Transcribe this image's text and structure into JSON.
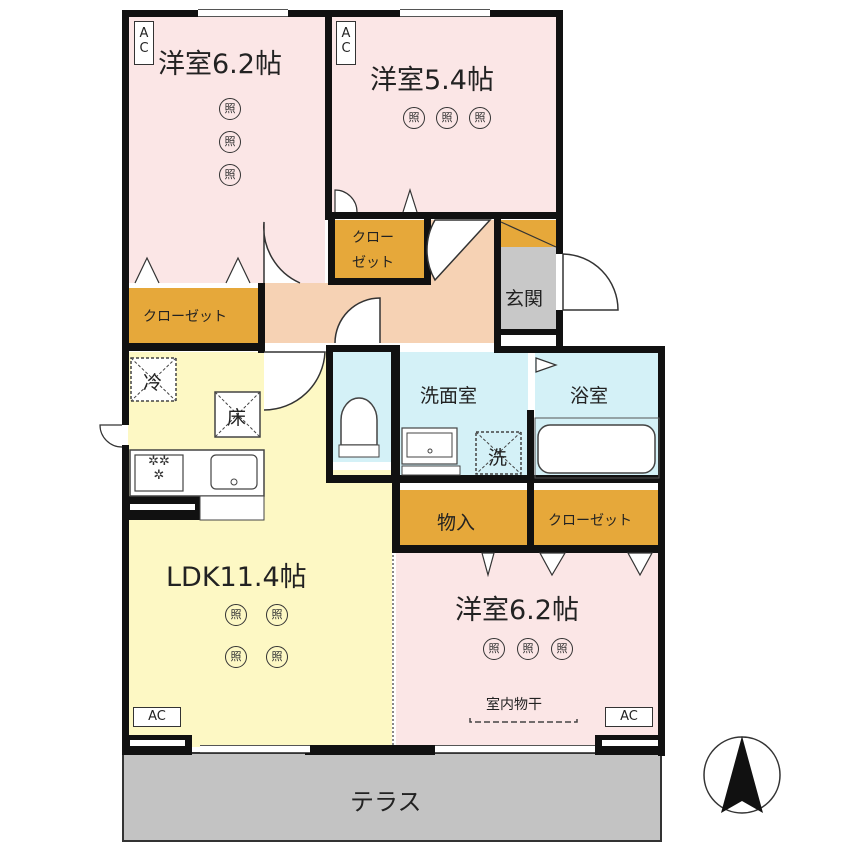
{
  "floorplan": {
    "rooms": {
      "western_nw": {
        "label": "洋室6.2帖",
        "type": "Western-style room",
        "size_jo": 6.2,
        "color": "#fbe6e6"
      },
      "western_ne": {
        "label": "洋室5.4帖",
        "type": "Western-style room",
        "size_jo": 5.4,
        "color": "#fbe6e6"
      },
      "closet_nw": {
        "label": "クローゼット",
        "color": "#e6a83a"
      },
      "closet_center": {
        "label_line1": "クロー",
        "label_line2": "ゼット",
        "color": "#e6a83a"
      },
      "hallway": {
        "color": "#f6d2b4"
      },
      "entrance": {
        "label": "玄関",
        "color": "#c8c8c8"
      },
      "ldk": {
        "label": "LDK11.4帖",
        "size_jo": 11.4,
        "color": "#fdf8c4"
      },
      "toilet": {
        "color": "#d4f1f7"
      },
      "washroom": {
        "label": "洗面室",
        "color": "#d4f1f7"
      },
      "bathroom": {
        "label": "浴室",
        "color": "#d4f1f7"
      },
      "storage": {
        "label": "物入",
        "color": "#e6a83a"
      },
      "closet_se": {
        "label": "クローゼット",
        "color": "#e6a83a"
      },
      "western_se": {
        "label": "洋室6.2帖",
        "type": "Western-style room",
        "size_jo": 6.2,
        "color": "#fbe6e6"
      },
      "terrace": {
        "label": "テラス",
        "color": "#c3c3c3"
      }
    },
    "fixtures": {
      "ac_label": "AC",
      "ac_vertical_1": "A",
      "ac_vertical_2": "C",
      "light_symbol": "照",
      "fridge_label": "冷",
      "floor_heating_label": "床",
      "washer_label": "洗",
      "indoor_drying_label": "室内物干"
    },
    "compass": {
      "direction": "north-arrow"
    },
    "wall_color": "#111111"
  }
}
